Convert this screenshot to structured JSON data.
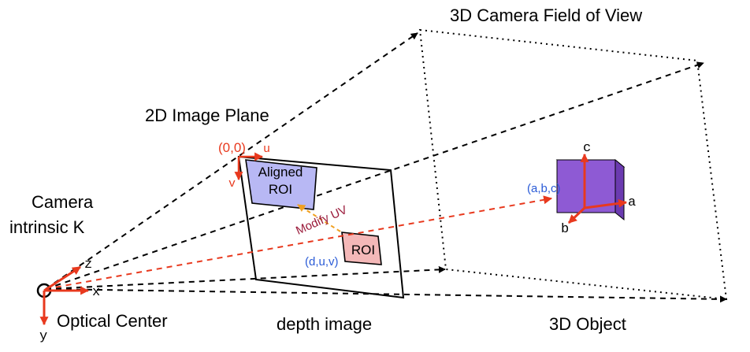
{
  "labels": {
    "title": "3D Camera Field of View",
    "image_plane": "2D Image Plane",
    "camera_line1": "Camera",
    "camera_line2": "intrinsic K",
    "optical_center": "Optical Center",
    "depth_image": "depth image",
    "object_3d": "3D Object",
    "origin": "(0,0)",
    "u_axis": "u",
    "v_axis": "v",
    "aligned_roi_line1": "Aligned",
    "aligned_roi_line2": "ROI",
    "roi": "ROI",
    "modify_uv": "Modify UV",
    "duv": "(d,u,v)",
    "abc": "(a,b,c)",
    "axis_a": "a",
    "axis_b": "b",
    "axis_c": "c",
    "axis_x": "x",
    "axis_y": "y",
    "axis_z": "z"
  },
  "colors": {
    "red": "#e8391e",
    "blue_text": "#2a5bd7",
    "orange": "#f0a020",
    "dark_red": "#9a1a3a",
    "aligned_fill": "#b8b8f4",
    "roi_fill": "#f4b8b8",
    "cube_front": "#8e5ad4",
    "cube_side": "#6b3bb0",
    "cube_top": "#a97ee6"
  }
}
